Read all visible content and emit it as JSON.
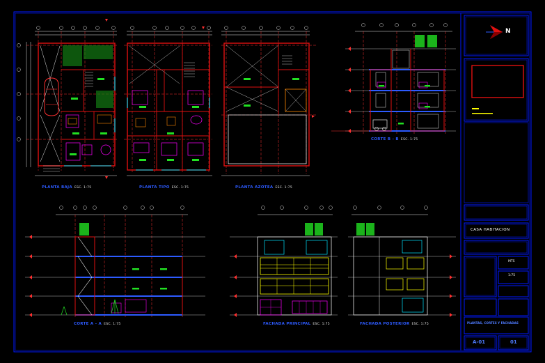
{
  "drawing": {
    "views": [
      {
        "id": "planta-baja",
        "title": "PLANTA BAJA",
        "scale": "ESC. 1:75"
      },
      {
        "id": "planta-tipo",
        "title": "PLANTA TIPO",
        "scale": "ESC. 1:75"
      },
      {
        "id": "planta-azotea",
        "title": "PLANTA AZOTEA",
        "scale": "ESC. 1:75"
      },
      {
        "id": "corte-b-b",
        "title": "CORTE B - B",
        "scale": "ESC. 1:75"
      },
      {
        "id": "corte-a-a",
        "title": "CORTE A - A",
        "scale": "ESC. 1:75"
      },
      {
        "id": "fachada-principal",
        "title": "FACHADA PRINCIPAL",
        "scale": "ESC. 1:75"
      },
      {
        "id": "fachada-posterior",
        "title": "FACHADA POSTERIOR",
        "scale": "ESC. 1:75"
      }
    ],
    "north_label": "N",
    "colors": {
      "background": "#000000",
      "frame": "#0018ff",
      "wall": "#e01010",
      "dim": "#e8e8e8",
      "window": "#00e5ff",
      "axis": "#ff3030",
      "green": "#22e022",
      "yellow": "#ffff00",
      "magenta": "#ff00ff",
      "orange": "#ff8800",
      "blue": "#2d5bff"
    }
  },
  "title_block": {
    "project": "CASA HABITACION",
    "sheet_code": "A-01",
    "sheet_number": "01",
    "content": "PLANTAS, CORTES Y FACHADAS",
    "scale_value": "1:75",
    "units": "MTS"
  }
}
